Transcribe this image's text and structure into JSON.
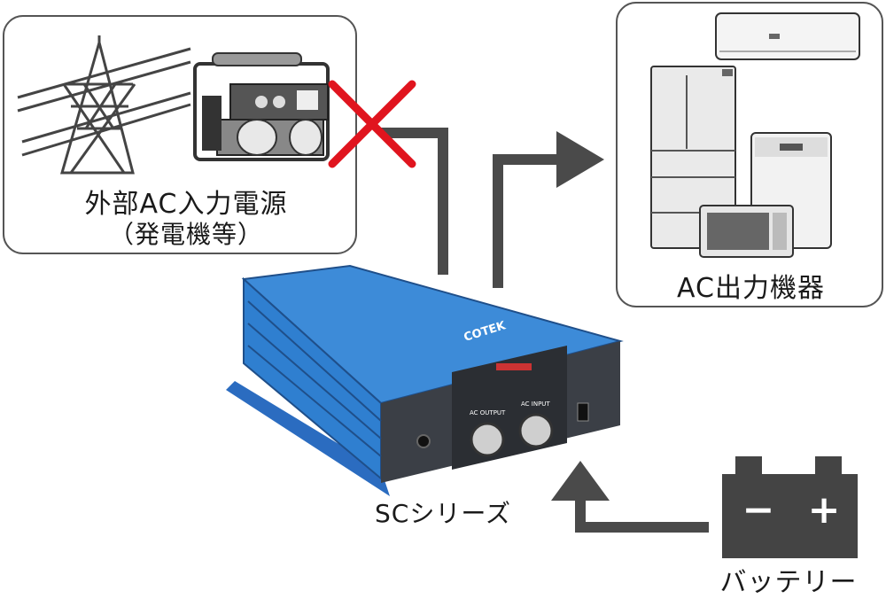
{
  "source_box": {
    "line1": "外部AC入力電源",
    "line2": "（発電機等）"
  },
  "output_box": {
    "label": "AC出力機器"
  },
  "inverter": {
    "label": "SCシリーズ",
    "brand": "COTEK",
    "port_output": "AC OUTPUT",
    "port_input": "AC INPUT"
  },
  "battery": {
    "label": "バッテリー",
    "minus": "−",
    "plus": "+"
  },
  "colors": {
    "arrow": "#4a4a4a",
    "cross": "#e0141e",
    "inverter_body": "#2f7fd0",
    "inverter_dark": "#3b3f46",
    "battery": "#444444",
    "box_border": "#555555"
  },
  "icons": [
    "power-tower-icon",
    "generator-icon",
    "air-conditioner-icon",
    "refrigerator-icon",
    "washing-machine-icon",
    "microwave-icon",
    "battery-icon",
    "cross-icon",
    "arrow-icon"
  ]
}
